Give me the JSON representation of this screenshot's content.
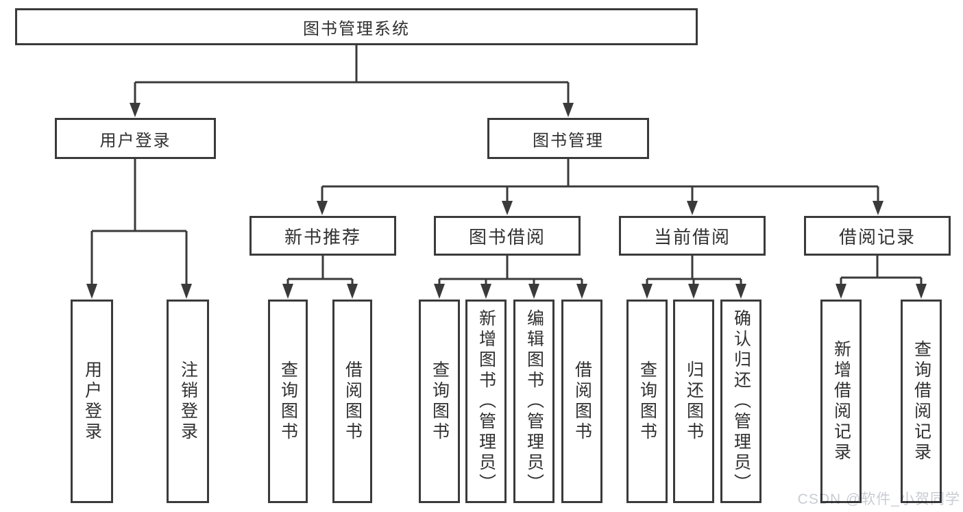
{
  "diagram_title": "图书管理系统",
  "tree": {
    "root": {
      "label": "图书管理系统",
      "children": [
        {
          "label": "用户登录",
          "children": [
            {
              "label": "用户登录"
            },
            {
              "label": "注销登录"
            }
          ]
        },
        {
          "label": "图书管理",
          "children": [
            {
              "label": "新书推荐",
              "children": [
                {
                  "label": "查询图书"
                },
                {
                  "label": "借阅图书"
                }
              ]
            },
            {
              "label": "图书借阅",
              "children": [
                {
                  "label": "查询图书"
                },
                {
                  "label": "新增图书（管理员）"
                },
                {
                  "label": "编辑图书（管理员）"
                },
                {
                  "label": "借阅图书"
                }
              ]
            },
            {
              "label": "当前借阅",
              "children": [
                {
                  "label": "查询图书"
                },
                {
                  "label": "归还图书"
                },
                {
                  "label": "确认归还（管理员）"
                }
              ]
            },
            {
              "label": "借阅记录",
              "children": [
                {
                  "label": "新增借阅记录"
                },
                {
                  "label": "查询借阅记录"
                }
              ]
            }
          ]
        }
      ]
    }
  },
  "watermark": "CSDN @软件_小贺同学",
  "colors": {
    "line": "#3a3a3a",
    "box_border": "#3a3a3a",
    "box_fill": "#ffffff",
    "text": "#303030",
    "watermark": "#c9ccd4",
    "background": "#ffffff"
  }
}
